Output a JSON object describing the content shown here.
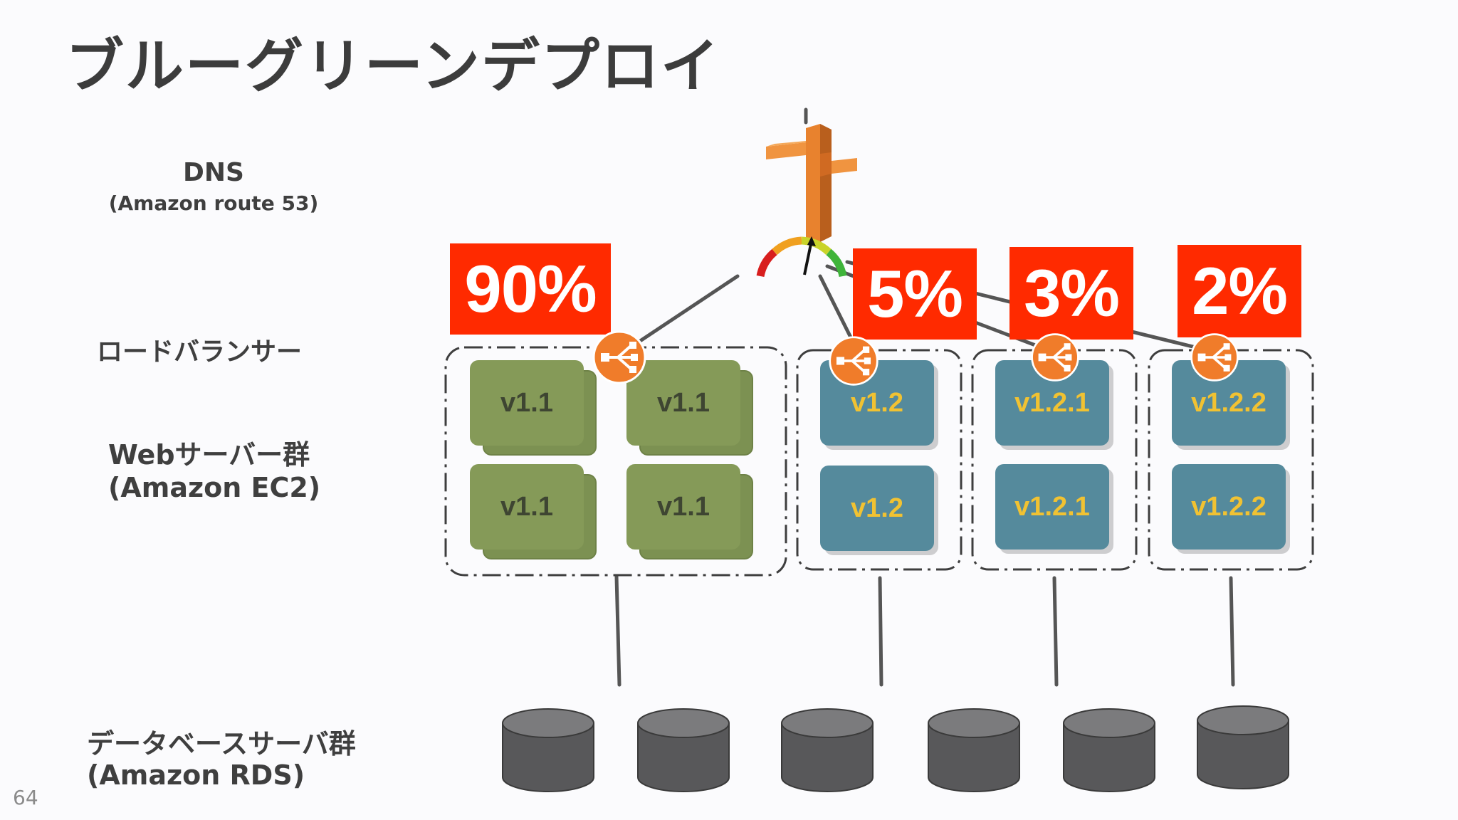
{
  "title": "ブルーグリーンデプロイ",
  "page_number": "64",
  "labels": {
    "dns": "DNS",
    "dns_sub": "(Amazon route 53)",
    "lb": "ロードバランサー",
    "web": "Webサーバー群",
    "web_sub": "(Amazon EC2)",
    "db": "データベースサーバ群",
    "db_sub": "(Amazon RDS)"
  },
  "traffic": [
    "90%",
    "5%",
    "3%",
    "2%"
  ],
  "groups": [
    {
      "version": "v1.1",
      "servers": [
        "v1.1",
        "v1.1",
        "v1.1",
        "v1.1"
      ],
      "color": "#859a58"
    },
    {
      "version": "v1.2",
      "servers": [
        "v1.2",
        "v1.2"
      ],
      "color": "#558a9c"
    },
    {
      "version": "v1.2.1",
      "servers": [
        "v1.2.1",
        "v1.2.1"
      ],
      "color": "#558a9c"
    },
    {
      "version": "v1.2.2",
      "servers": [
        "v1.2.2",
        "v1.2.2"
      ],
      "color": "#558a9c"
    }
  ],
  "colors": {
    "percent_badge": "#ff2a00",
    "load_balancer": "#f07c2a",
    "route53": "#e37d2a",
    "database": "#58585a"
  },
  "icons": [
    "route53-icon",
    "gauge-icon",
    "load-balancer-icon",
    "database-icon"
  ]
}
